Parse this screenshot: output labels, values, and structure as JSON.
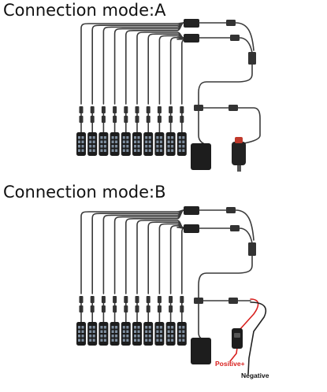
{
  "modes": [
    {
      "title": "Connection mode:A"
    },
    {
      "title": "Connection mode:B"
    }
  ],
  "labels": {
    "positive": "Positive+",
    "negative": "Negative"
  },
  "colors": {
    "cable": "#3a3a3a",
    "module": "#1c1c1c",
    "led": "#7f8fa0",
    "red_wire": "#d8201e",
    "cigarette_plug_tip": "#c0392b"
  },
  "pods_per_mode": 10
}
